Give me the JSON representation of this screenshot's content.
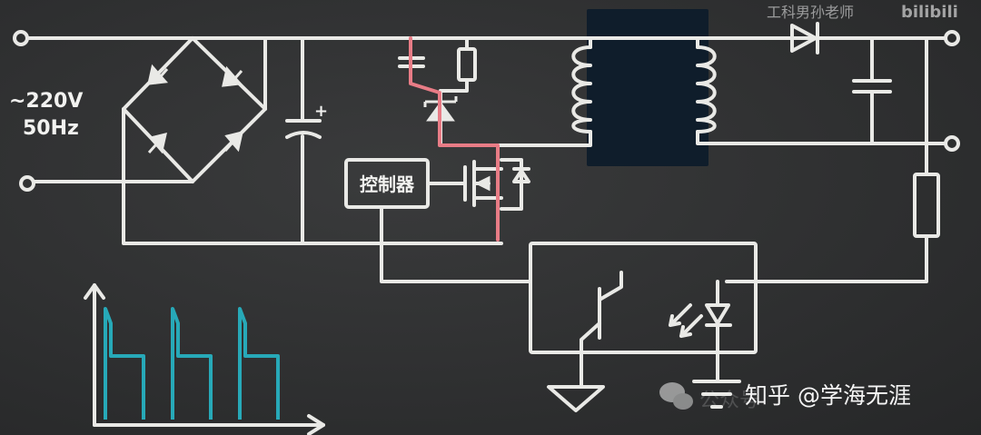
{
  "labels": {
    "ac_voltage": "~220V",
    "ac_frequency": "50Hz",
    "controller": "控制器",
    "cap_plus": "+"
  },
  "watermarks": {
    "top_right": "工科男孙老师",
    "bilibili": "bilibili",
    "zhihu": "知乎 @学海无涯",
    "wechat_faded": "公众号"
  },
  "colors": {
    "board": "#2f3031",
    "chalk": "#e9e9e6",
    "highlight_path": "#e87c86",
    "transformer_core": "#0f1d2b",
    "waveform": "#27a9b8"
  }
}
